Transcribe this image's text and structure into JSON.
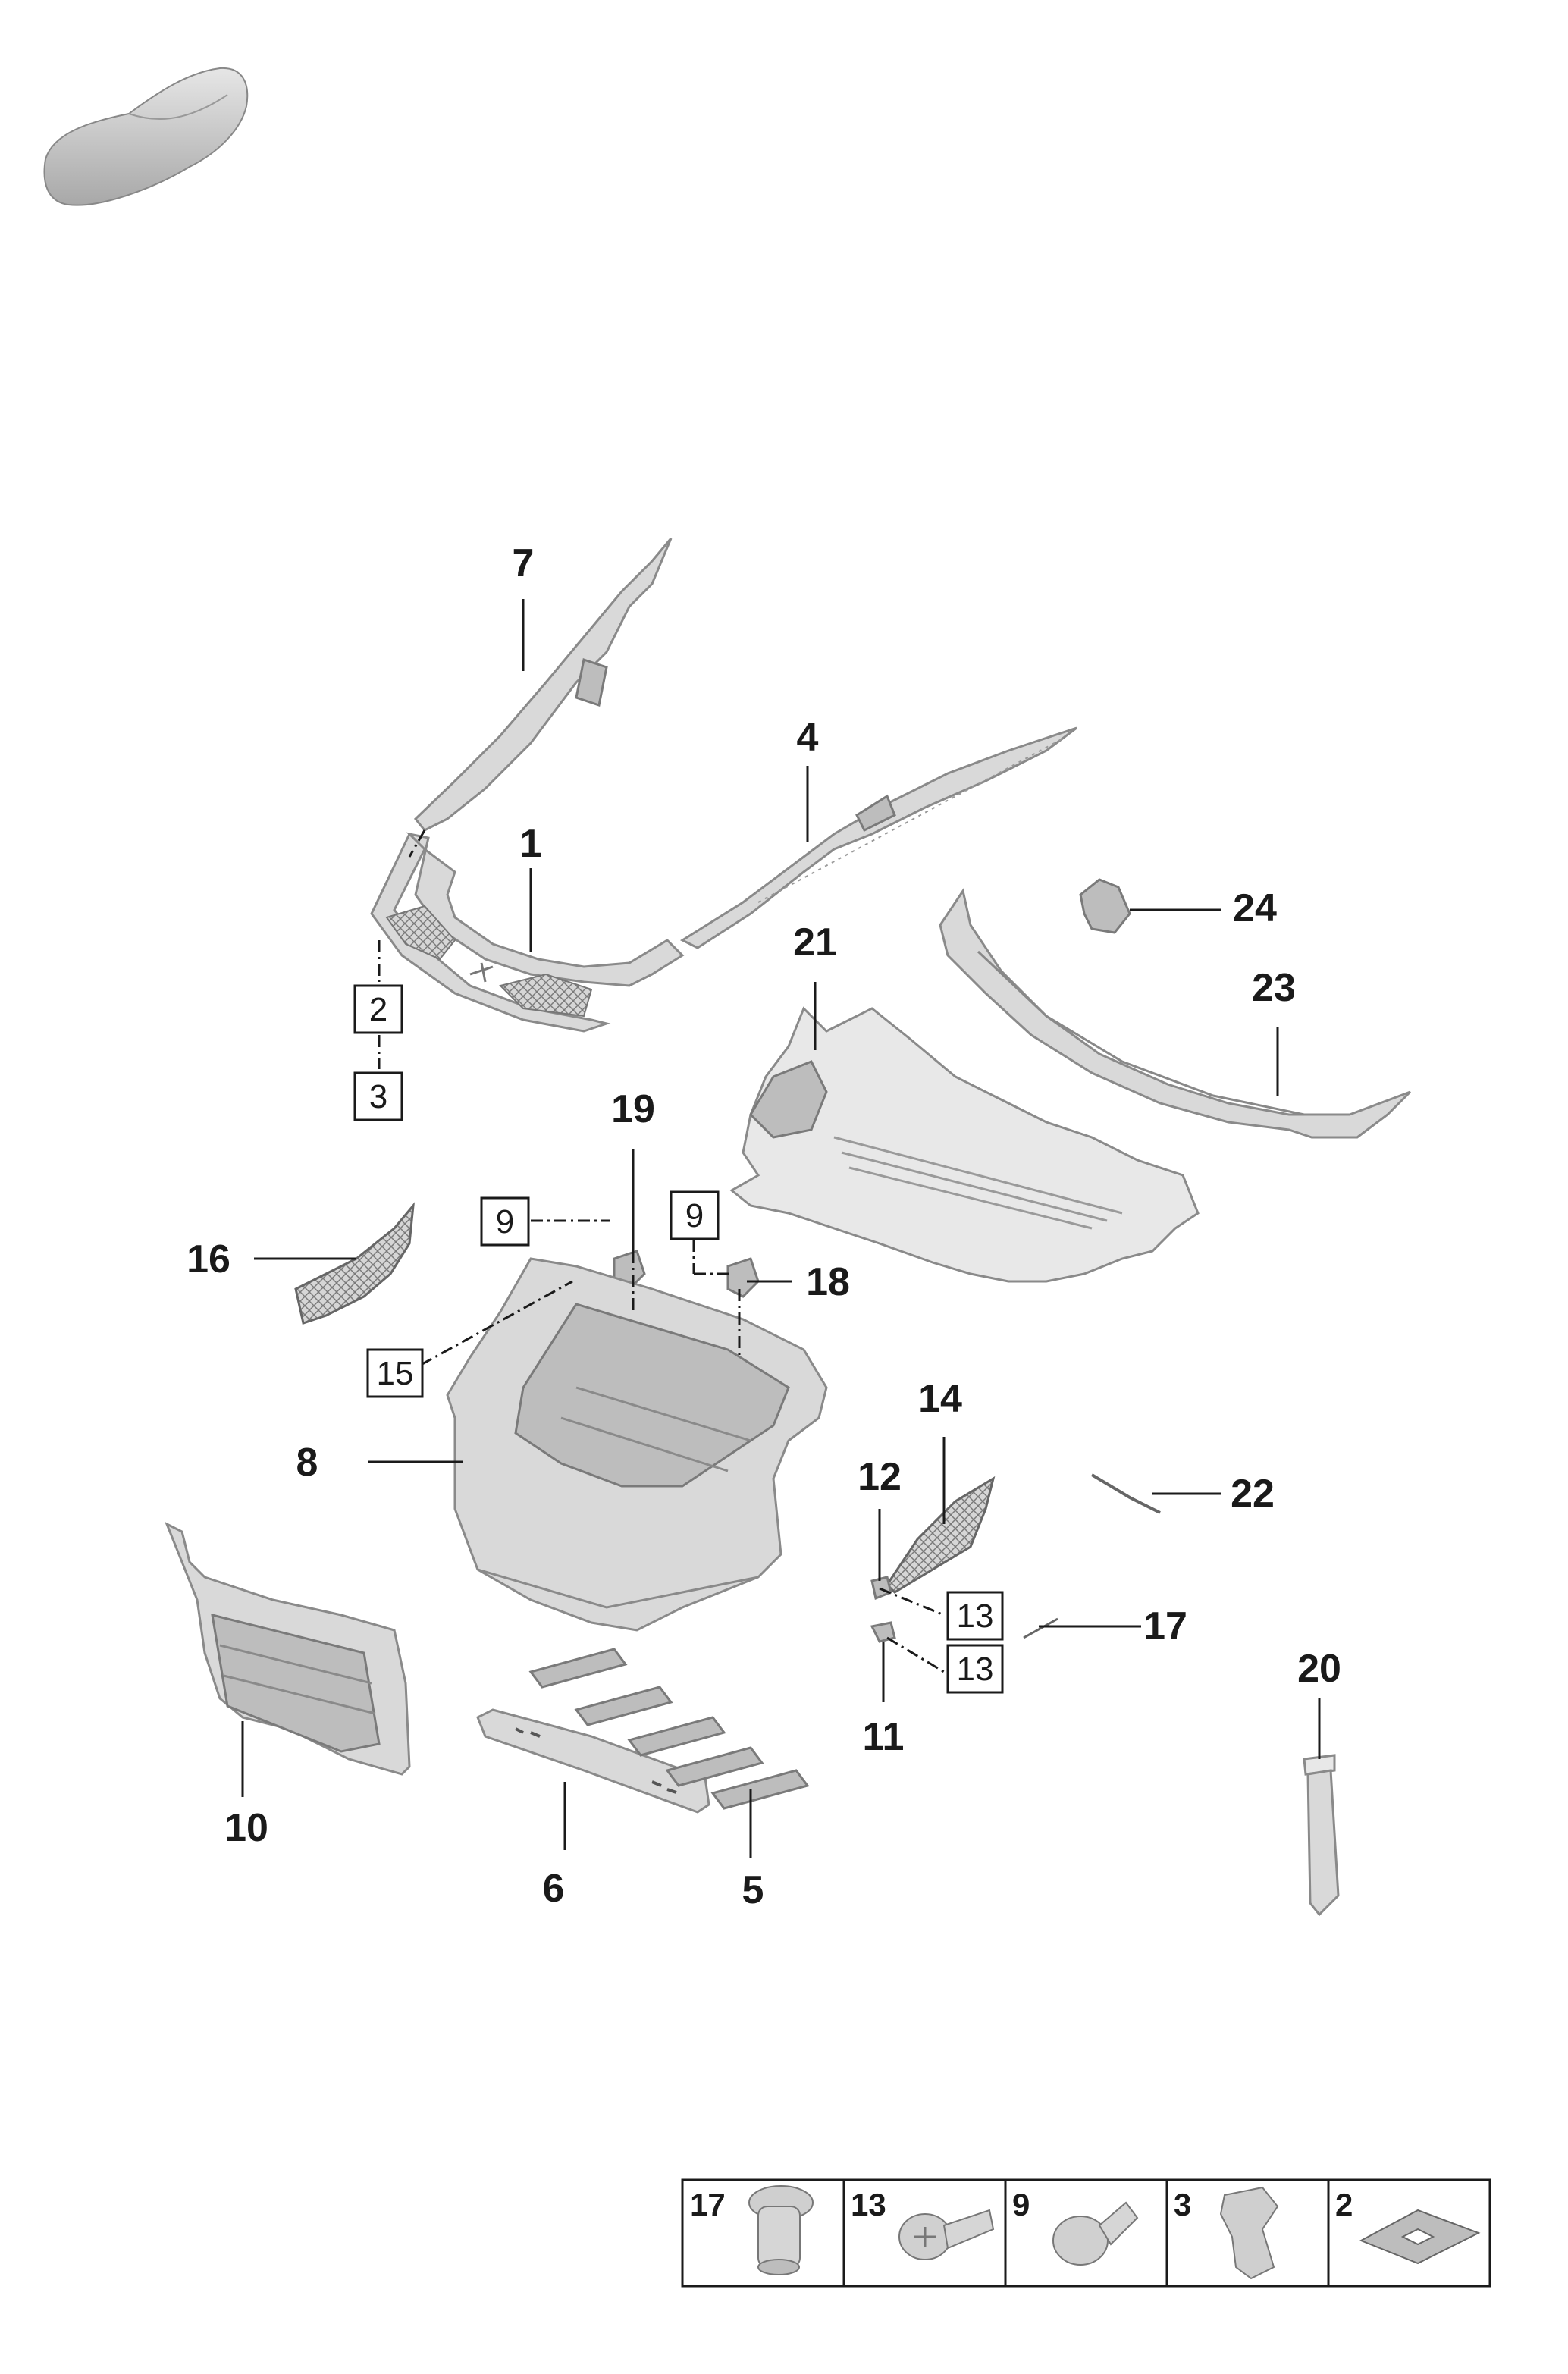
{
  "callouts": [
    "1",
    "2",
    "3",
    "4",
    "5",
    "6",
    "7",
    "8",
    "9",
    "9",
    "10",
    "11",
    "12",
    "13",
    "13",
    "14",
    "15",
    "16",
    "17",
    "18",
    "19",
    "20",
    "21",
    "22",
    "23",
    "24"
  ],
  "legend": [
    "17",
    "13",
    "9",
    "3",
    "2"
  ]
}
